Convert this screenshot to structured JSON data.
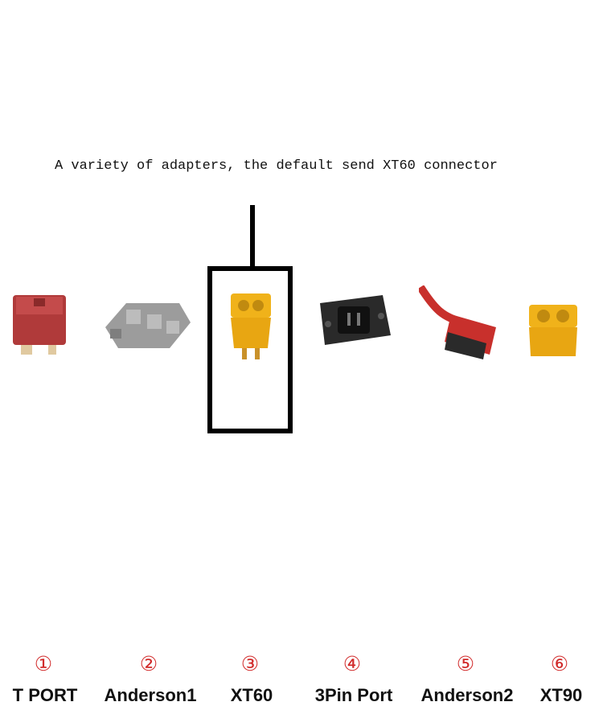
{
  "caption": "A variety of adapters, the default send XT60 connector",
  "connectors": [
    {
      "number": "①",
      "label": "T PORT"
    },
    {
      "number": "②",
      "label": "Anderson1"
    },
    {
      "number": "③",
      "label": "XT60"
    },
    {
      "number": "④",
      "label": "3Pin Port"
    },
    {
      "number": "⑤",
      "label": "Anderson2"
    },
    {
      "number": "⑥",
      "label": "XT90"
    }
  ],
  "colors": {
    "number_red": "#d12a2a",
    "tport_red": "#b03a3a",
    "anderson_gray": "#9c9c9c",
    "xt_yellow": "#f0b21a",
    "port_black": "#2a2a2a",
    "anderson2_red": "#c8302c"
  }
}
